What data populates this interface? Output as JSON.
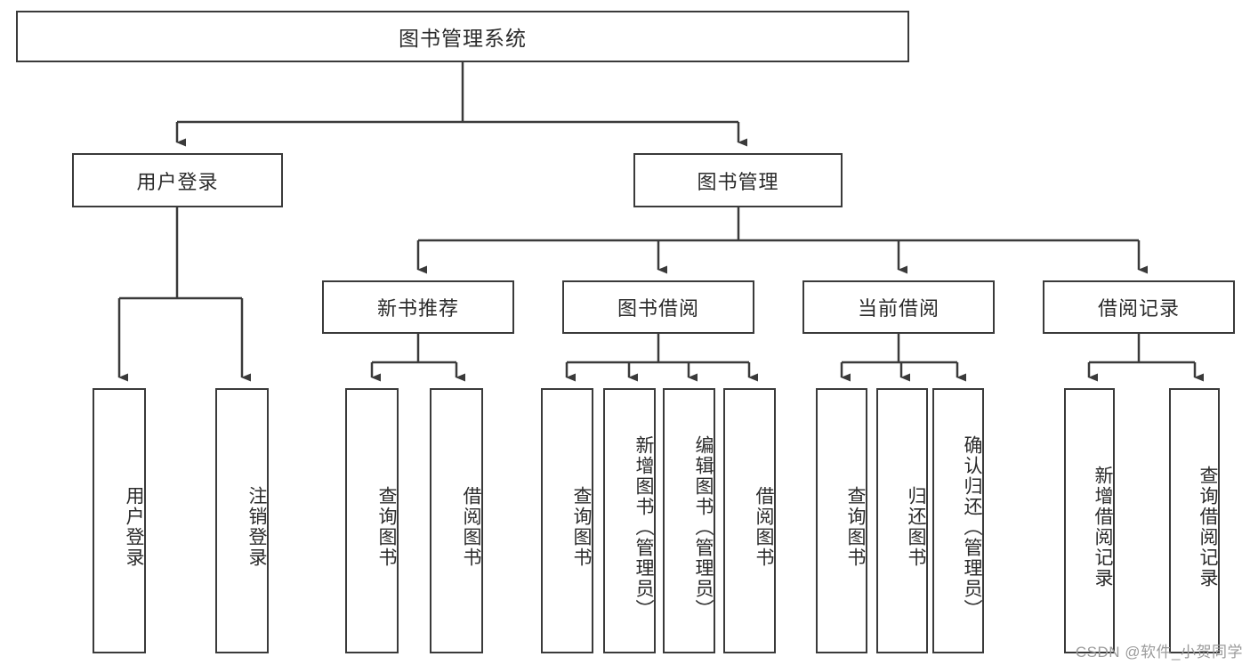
{
  "diagram": {
    "title_node": {
      "label": "图书管理系统"
    },
    "level1": [
      {
        "id": "user-login",
        "label": "用户登录"
      },
      {
        "id": "book-management",
        "label": "图书管理"
      }
    ],
    "level2": [
      {
        "id": "new-book-recommend",
        "label": "新书推荐"
      },
      {
        "id": "book-borrow",
        "label": "图书借阅"
      },
      {
        "id": "current-borrow",
        "label": "当前借阅"
      },
      {
        "id": "borrow-record",
        "label": "借阅记录"
      }
    ],
    "leaves": {
      "user_login": [
        {
          "id": "leaf-user-login",
          "label": "用户登录"
        },
        {
          "id": "leaf-logout-login",
          "label": "注销登录"
        }
      ],
      "new_book_recommend": [
        {
          "id": "leaf-query-book-1",
          "label": "查询图书"
        },
        {
          "id": "leaf-borrow-book-1",
          "label": "借阅图书"
        }
      ],
      "book_borrow": [
        {
          "id": "leaf-query-book-2",
          "label": "查询图书"
        },
        {
          "id": "leaf-add-book",
          "label": "新增图书（管理员）"
        },
        {
          "id": "leaf-edit-book",
          "label": "编辑图书（管理员）"
        },
        {
          "id": "leaf-borrow-book-2",
          "label": "借阅图书"
        }
      ],
      "current_borrow": [
        {
          "id": "leaf-query-book-3",
          "label": "查询图书"
        },
        {
          "id": "leaf-return-book",
          "label": "归还图书"
        },
        {
          "id": "leaf-confirm-return",
          "label": "确认归还（管理员）"
        }
      ],
      "borrow_record": [
        {
          "id": "leaf-add-record",
          "label": "新增借阅记录"
        },
        {
          "id": "leaf-query-record",
          "label": "查询借阅记录"
        }
      ]
    }
  },
  "watermark": {
    "text": "CSDN @软件_小贺同学"
  },
  "colors": {
    "stroke": "#3a3a3a",
    "text": "#2b2b2b",
    "background": "#ffffff",
    "watermark": "#9b9b9b"
  }
}
